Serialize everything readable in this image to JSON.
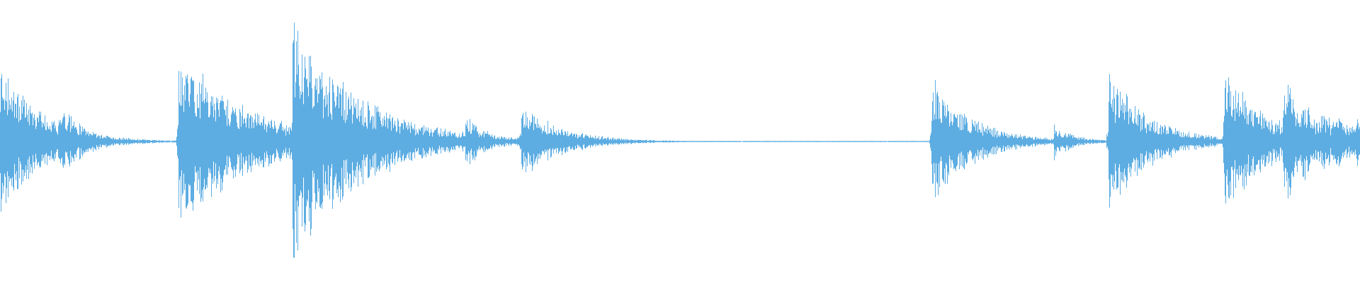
{
  "waveform": {
    "color": "#5dade2",
    "background": "#ffffff",
    "duration_fraction_visible": 1.0,
    "events": [
      {
        "t": 0.0,
        "peak": 0.62,
        "decay": 0.03,
        "density": "burst",
        "name": "onset-1"
      },
      {
        "t": 0.043,
        "peak": 0.3,
        "decay": 0.02,
        "density": "burst",
        "name": "onset-2"
      },
      {
        "t": 0.131,
        "peak": 0.72,
        "decay": 0.05,
        "density": "burst",
        "name": "onset-3"
      },
      {
        "t": 0.215,
        "peak": 0.93,
        "decay": 0.05,
        "density": "burst",
        "name": "onset-4"
      },
      {
        "t": 0.342,
        "peak": 0.23,
        "decay": 0.015,
        "density": "burst",
        "name": "onset-5"
      },
      {
        "t": 0.383,
        "peak": 0.3,
        "decay": 0.03,
        "density": "burst",
        "name": "onset-6"
      },
      {
        "t": 0.685,
        "peak": 0.5,
        "decay": 0.03,
        "density": "burst",
        "name": "onset-7"
      },
      {
        "t": 0.728,
        "peak": 0.08,
        "decay": 0.02,
        "density": "burst",
        "name": "onset-8"
      },
      {
        "t": 0.775,
        "peak": 0.14,
        "decay": 0.015,
        "density": "burst",
        "name": "onset-9"
      },
      {
        "t": 0.815,
        "peak": 0.55,
        "decay": 0.03,
        "density": "burst",
        "name": "onset-10"
      },
      {
        "t": 0.9,
        "peak": 0.6,
        "decay": 0.03,
        "density": "burst",
        "name": "onset-11"
      },
      {
        "t": 0.943,
        "peak": 0.44,
        "decay": 0.08,
        "density": "sustained",
        "name": "onset-12"
      }
    ],
    "noise_floor": 0.004
  }
}
